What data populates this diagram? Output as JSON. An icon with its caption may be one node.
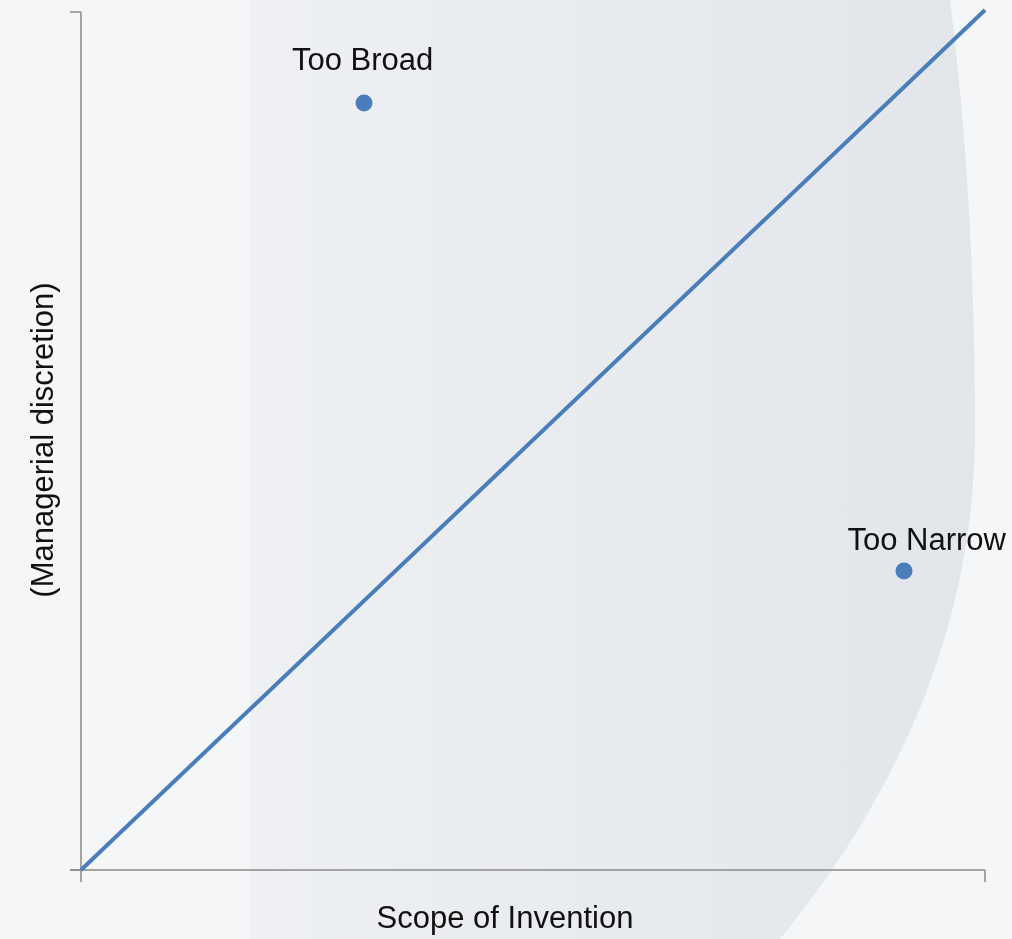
{
  "diagram": {
    "labels": [
      "Too Broad",
      "Too Narrow",
      "(Managerial discretion)",
      "Scope of Invention"
    ]
  }
}
